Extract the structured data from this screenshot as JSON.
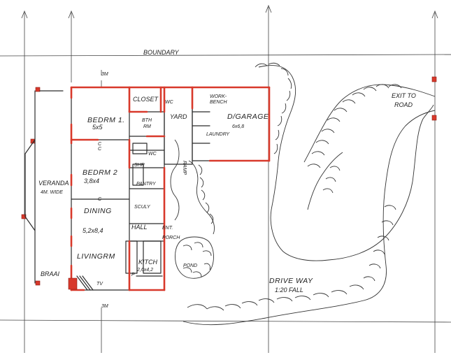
{
  "labels": {
    "boundary": "BOUNDARY",
    "setback_top": "3M",
    "setback_bottom": "3M",
    "exit": "EXIT TO",
    "exit2": "ROAD",
    "bedroom1": "BEDRM 1.",
    "bedroom1_size": "5x5",
    "closet": "CLOSET",
    "bathroom": "BTH",
    "bathroom2": "RM",
    "wc_small": "WC",
    "yard": "YARD",
    "workbench": "WORK-",
    "workbench2": "BENCH",
    "garage": "D/GARAGE",
    "garage_size": "6x6,8",
    "laundry": "LAUNDRY",
    "bedroom2": "BEDRM 2",
    "bedroom2_size": "3,8x4",
    "wc": "WC",
    "shower": "SHR",
    "pantry": "PANTRY",
    "scully": "SCULY",
    "ramp": "RAMP",
    "veranda": "VERANDA",
    "veranda_width": "4M. WIDE",
    "dining": "DINING",
    "dining_size": "5,2x8,4",
    "livingroom": "LIVINGRM",
    "hall": "HALL",
    "entrance": "ENT.",
    "porch": "PORCH",
    "kitchen": "KITCH",
    "kitchen_size": "2,6x4,2",
    "pond": "POND",
    "braai": "BRAAI",
    "tv": "TV",
    "driveway": "DRIVE WAY",
    "driveway_fall": "1:20 FALL",
    "c1": "C",
    "c2": "C",
    "c3": "C",
    "p": "P"
  },
  "colors": {
    "ink": "#2b2b2b",
    "wall_red": "#d8392b",
    "paper": "#ffffff"
  }
}
